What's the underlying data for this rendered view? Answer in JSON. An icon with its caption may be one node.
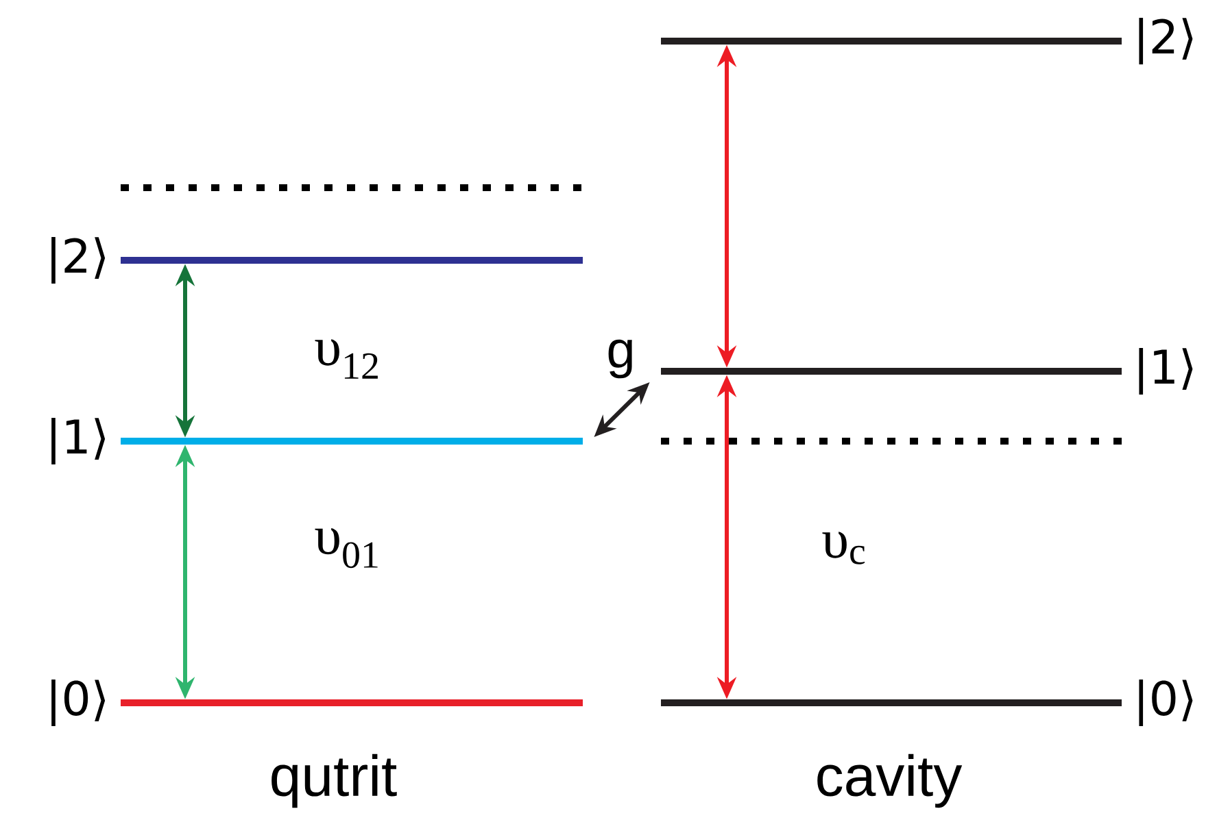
{
  "diagram": {
    "nodes": [
      {
        "text": [],
        "shape": "bar",
        "beside": [
          "|0⟩"
        ]
      },
      {
        "text": [],
        "shape": "bar",
        "beside": [
          "|1⟩"
        ]
      },
      {
        "text": [],
        "shape": "bar",
        "beside": [
          "|2⟩"
        ]
      },
      {
        "text": [],
        "shape": "bar",
        "beside": [
          "|0⟩"
        ]
      },
      {
        "text": [],
        "shape": "bar",
        "beside": [
          "|1⟩"
        ]
      },
      {
        "text": [],
        "shape": "bar",
        "beside": [
          "|2⟩"
        ]
      }
    ],
    "edges": [
      {
        "from": 0,
        "to": 1,
        "arrow": "both",
        "label": "υ$_{01}$",
        "color": "#2fb56e"
      },
      {
        "from": 1,
        "to": 2,
        "arrow": "both",
        "label": "υ$_{12}$",
        "color": "#16743a"
      },
      {
        "from": 1,
        "to": 4,
        "arrow": "both",
        "label": "g",
        "color": "#231f20"
      },
      {
        "from": 3,
        "to": 4,
        "arrow": "both",
        "label": "υ$_{c}$",
        "color": "#ed1c24"
      },
      {
        "from": 4,
        "to": 5,
        "arrow": "both",
        "color": "#ed1c24"
      }
    ],
    "labels": [
      "qutrit",
      "cavity"
    ]
  }
}
